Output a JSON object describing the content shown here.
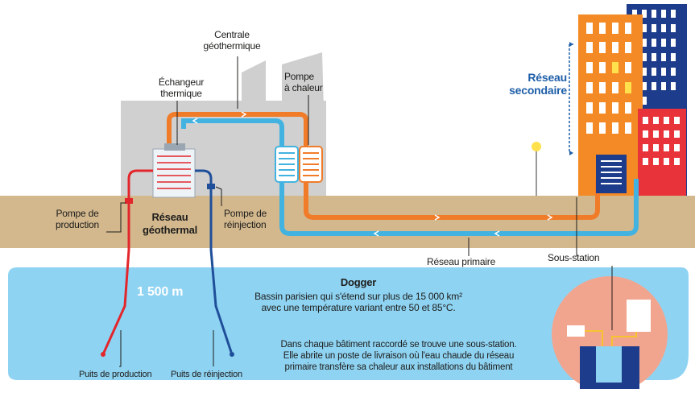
{
  "labels": {
    "centrale": [
      "Centrale",
      "géothermique"
    ],
    "echangeur": [
      "Échangeur",
      "thermique"
    ],
    "pompe_chaleur": [
      "Pompe",
      "à chaleur"
    ],
    "reseau_secondaire": [
      "Réseau",
      "secondaire"
    ],
    "pompe_production": [
      "Pompe de",
      "production"
    ],
    "reseau_geothermal": [
      "Réseau",
      "géothermal"
    ],
    "pompe_reinjection": [
      "Pompe de",
      "réinjection"
    ],
    "reseau_primaire": "Réseau primaire",
    "sous_station": "Sous-station",
    "depth": "1 500 m",
    "dogger_title": "Dogger",
    "dogger_text": [
      "Bassin parisien qui s'étend sur plus de 15 000 km²",
      "avec une température variant entre 50 et 85°C."
    ],
    "substation_text": [
      "Dans chaque bâtiment raccordé se trouve une sous-station.",
      "Elle abrite un poste de livraison où l'eau chaude du réseau",
      "primaire transfère sa chaleur aux installations du bâtiment"
    ],
    "puits_production": "Puits de production",
    "puits_reinjection": "Puits de réinjection"
  },
  "colors": {
    "hot_pipe": "#f07c2a",
    "cold_pipe": "#42b3e0",
    "production_pipe": "#e2262b",
    "reinjection_pipe": "#1f4f9a",
    "ground": "#d3b88e",
    "aquifer": "#8fd3f2",
    "factory": "#cfcfcf",
    "building_orange": "#f48a25",
    "building_red": "#e8333a",
    "building_navy": "#1e3c8c",
    "title_blue": "#1f5fa8"
  }
}
